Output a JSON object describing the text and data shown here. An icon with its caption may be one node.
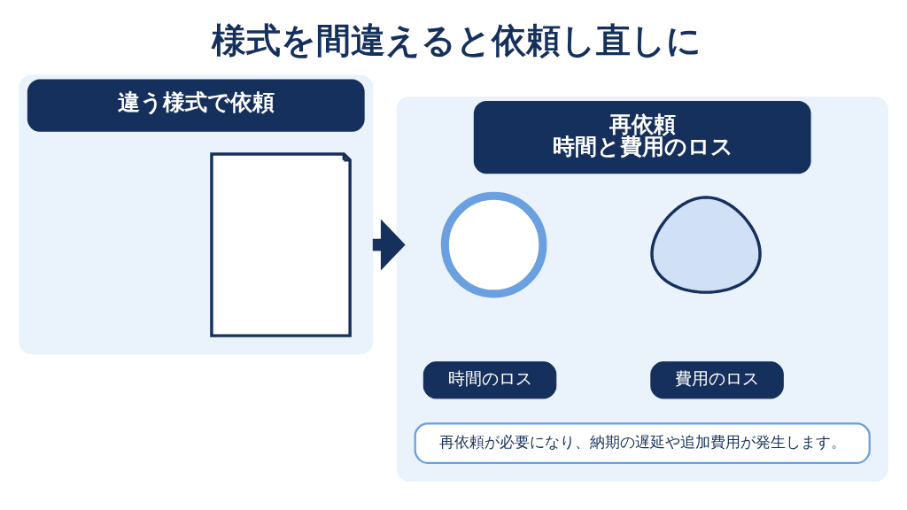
{
  "diagram": {
    "title": "様式を間違えると依頼し直しに",
    "nodes": [
      {
        "text": [
          "違う様式で依頼"
        ]
      },
      {
        "text": [],
        "shape": "picture",
        "in": 0
      },
      {
        "text": [
          "再依頼",
          "時間と費用のロス"
        ]
      },
      {
        "text": [],
        "shape": "circle",
        "in": 2
      },
      {
        "text": [
          "時間のロス"
        ],
        "in": 2
      },
      {
        "text": [],
        "shape": "bag",
        "in": 2
      },
      {
        "text": [
          "費用のロス"
        ],
        "in": 2
      },
      {
        "text": [
          "再依頼が必要になり、納期の遅延や追加費用が発生します。"
        ],
        "in": 2
      }
    ],
    "edges": [
      {
        "from": 0,
        "to": 2,
        "arrow": "to"
      }
    ]
  }
}
